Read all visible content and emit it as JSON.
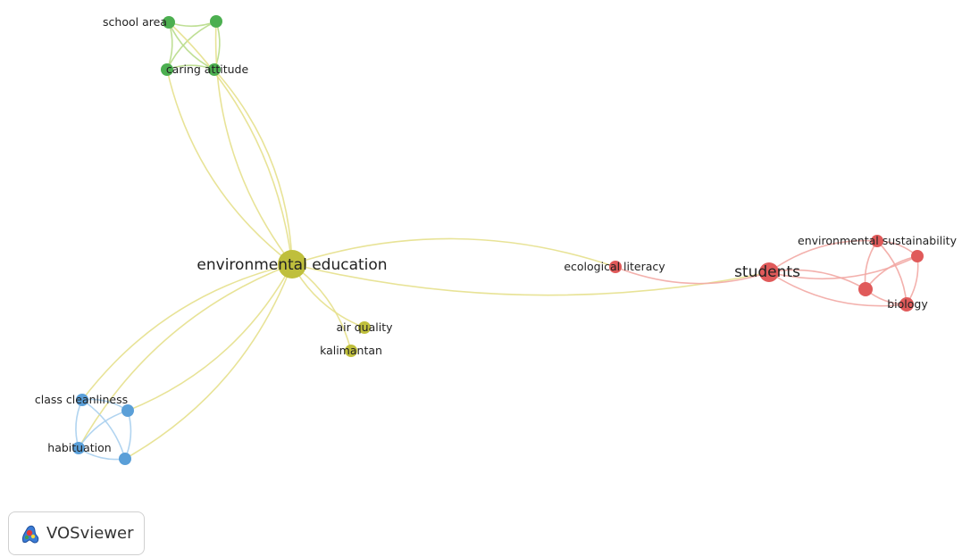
{
  "colors": {
    "green": "#4caf50",
    "yellow": "#bfbf3c",
    "red": "#e05a5a",
    "blue": "#5a9fd8",
    "link_green": "#b8dc8a",
    "link_yellow": "#e6e08c",
    "link_red": "#f2a9a4",
    "link_blue": "#a9cfee"
  },
  "nodes": [
    {
      "id": "school-area",
      "label": "school area",
      "cluster": "green"
    },
    {
      "id": "green-2",
      "label": "",
      "cluster": "green"
    },
    {
      "id": "green-3",
      "label": "",
      "cluster": "green"
    },
    {
      "id": "caring-attitude",
      "label": "caring attitude",
      "cluster": "green"
    },
    {
      "id": "environmental-education",
      "label": "environmental education",
      "cluster": "yellow"
    },
    {
      "id": "air-quality",
      "label": "air quality",
      "cluster": "yellow"
    },
    {
      "id": "kalimantan",
      "label": "kalimantan",
      "cluster": "yellow"
    },
    {
      "id": "ecological-literacy",
      "label": "ecological literacy",
      "cluster": "red"
    },
    {
      "id": "students",
      "label": "students",
      "cluster": "red"
    },
    {
      "id": "environmental-sustainability",
      "label": "environmental sustainability",
      "cluster": "red"
    },
    {
      "id": "red-5",
      "label": "",
      "cluster": "red"
    },
    {
      "id": "red-6",
      "label": "",
      "cluster": "red"
    },
    {
      "id": "biology",
      "label": "biology",
      "cluster": "red"
    },
    {
      "id": "class-cleanliness",
      "label": "class cleanliness",
      "cluster": "blue"
    },
    {
      "id": "blue-2",
      "label": "",
      "cluster": "blue"
    },
    {
      "id": "habituation",
      "label": "habituation",
      "cluster": "blue"
    },
    {
      "id": "blue-4",
      "label": "",
      "cluster": "blue"
    }
  ],
  "links": [
    [
      "school-area",
      "green-2"
    ],
    [
      "school-area",
      "caring-attitude"
    ],
    [
      "school-area",
      "green-3"
    ],
    [
      "green-2",
      "green-3"
    ],
    [
      "green-2",
      "caring-attitude"
    ],
    [
      "caring-attitude",
      "green-3"
    ],
    [
      "environmental-education",
      "school-area"
    ],
    [
      "environmental-education",
      "green-2"
    ],
    [
      "environmental-education",
      "green-3"
    ],
    [
      "environmental-education",
      "caring-attitude"
    ],
    [
      "environmental-education",
      "air-quality"
    ],
    [
      "environmental-education",
      "kalimantan"
    ],
    [
      "environmental-education",
      "students"
    ],
    [
      "environmental-education",
      "ecological-literacy"
    ],
    [
      "environmental-education",
      "class-cleanliness"
    ],
    [
      "environmental-education",
      "blue-2"
    ],
    [
      "environmental-education",
      "habituation"
    ],
    [
      "environmental-education",
      "blue-4"
    ],
    [
      "ecological-literacy",
      "students"
    ],
    [
      "students",
      "environmental-sustainability"
    ],
    [
      "students",
      "red-5"
    ],
    [
      "students",
      "red-6"
    ],
    [
      "students",
      "biology"
    ],
    [
      "environmental-sustainability",
      "red-5"
    ],
    [
      "environmental-sustainability",
      "red-6"
    ],
    [
      "environmental-sustainability",
      "biology"
    ],
    [
      "red-5",
      "red-6"
    ],
    [
      "red-5",
      "biology"
    ],
    [
      "red-6",
      "biology"
    ],
    [
      "class-cleanliness",
      "blue-2"
    ],
    [
      "class-cleanliness",
      "habituation"
    ],
    [
      "class-cleanliness",
      "blue-4"
    ],
    [
      "blue-2",
      "habituation"
    ],
    [
      "blue-2",
      "blue-4"
    ],
    [
      "habituation",
      "blue-4"
    ]
  ],
  "logo": {
    "text": "VOSviewer",
    "icon": "vosviewer-logo-icon"
  }
}
